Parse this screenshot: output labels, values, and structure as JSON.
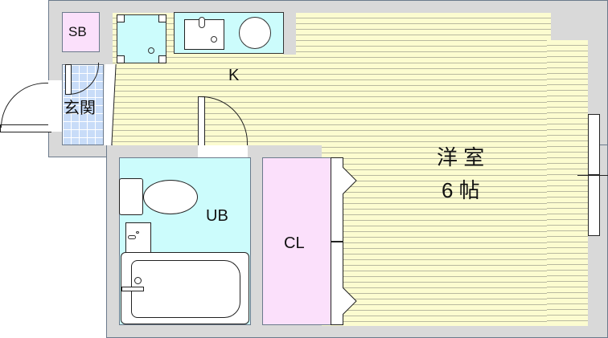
{
  "floorplan": {
    "rooms": {
      "sb": {
        "label": "SB",
        "color": "#fbe0fb"
      },
      "genkan": {
        "label": "玄関",
        "color": "#c8dcf8"
      },
      "kitchen": {
        "label": "K",
        "color": "#fcfcd0"
      },
      "western_room": {
        "label": "洋 室",
        "size": "6 帖",
        "color": "#fcfcd0"
      },
      "unit_bath": {
        "label": "UB",
        "color": "#ccfcfc"
      },
      "closet": {
        "label": "CL",
        "color": "#fbe0fb"
      }
    },
    "colors": {
      "wall": "#d9d9d9",
      "outline": "#6b7a8c",
      "fixture": "#ccfcfc"
    }
  }
}
